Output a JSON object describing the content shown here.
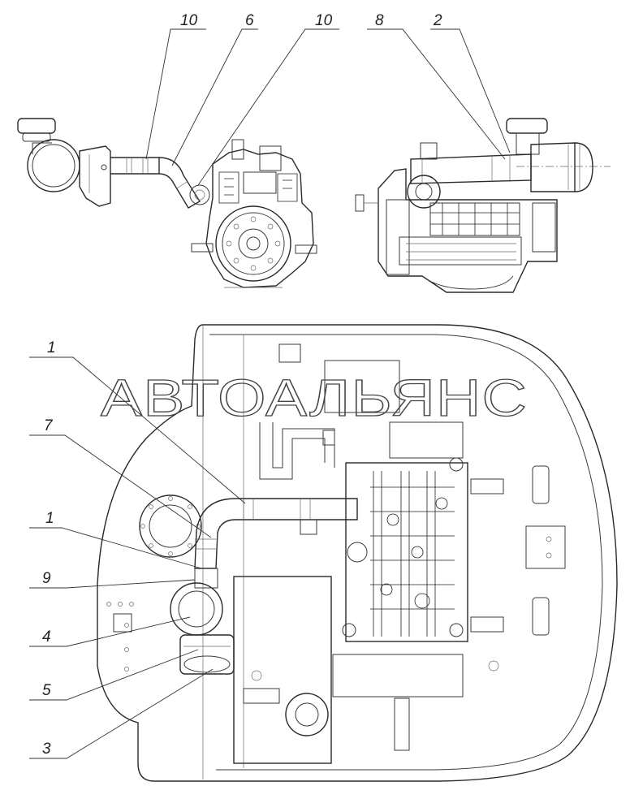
{
  "watermark": "АВТОАЛЬЯНС",
  "callouts": {
    "top": [
      "10",
      "6",
      "10",
      "8",
      "2"
    ],
    "left": [
      "1",
      "7",
      "1",
      "9",
      "4",
      "5",
      "3"
    ]
  }
}
